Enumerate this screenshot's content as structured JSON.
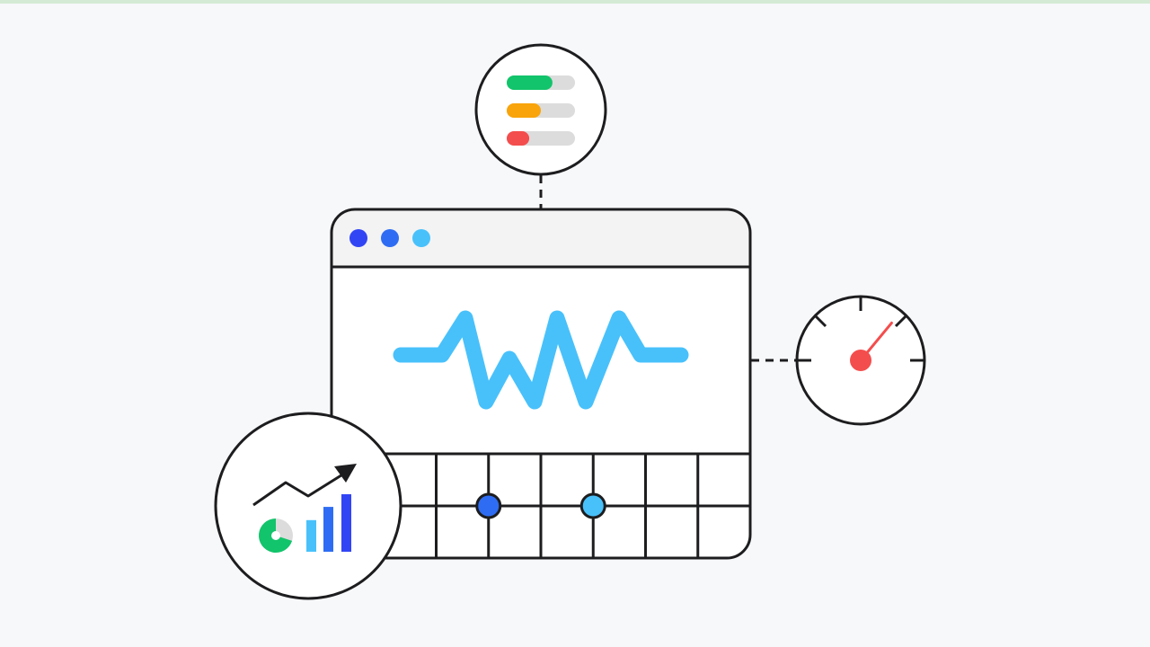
{
  "colors": {
    "background": "#f7f8fa",
    "top_strip": "#d4ead4",
    "outline": "#1d1d1f",
    "titlebar": "#f3f3f3",
    "panel": "#ffffff",
    "dot_1": "#3245f5",
    "dot_2": "#2e6df3",
    "dot_3": "#48c1fb",
    "waveform": "#48c1fb",
    "bar_track": "#dcdcdc",
    "status_good": "#12c46b",
    "status_warn": "#f9a40b",
    "status_bad": "#f44d4d",
    "gauge_needle": "#f44d4d",
    "node_primary": "#2e6df3",
    "node_secondary": "#48c1fb",
    "pie_main": "#12c46b",
    "pie_rest": "#dcdcdc",
    "bar_light": "#48c1fb",
    "bar_mid": "#2e6df3",
    "bar_dark": "#3245f5"
  },
  "status_panel": {
    "icon": "status-bars-icon",
    "bars": [
      {
        "level": 0.67,
        "status": "good"
      },
      {
        "level": 0.5,
        "status": "warn"
      },
      {
        "level": 0.33,
        "status": "bad"
      }
    ]
  },
  "window": {
    "traffic_dots": [
      "dot_1",
      "dot_2",
      "dot_3"
    ],
    "waveform_icon": "heartbeat-waveform-icon"
  },
  "gauge": {
    "icon": "speedometer-icon",
    "needle_level": 0.72
  },
  "analytics": {
    "icon": "analytics-chart-icon",
    "pie_fraction": 0.7,
    "bar_levels": [
      0.55,
      0.78,
      1.0
    ]
  },
  "grid_nodes": [
    {
      "column": 3,
      "row": 1,
      "color": "node_primary"
    },
    {
      "column": 5,
      "row": 1,
      "color": "node_secondary"
    }
  ]
}
